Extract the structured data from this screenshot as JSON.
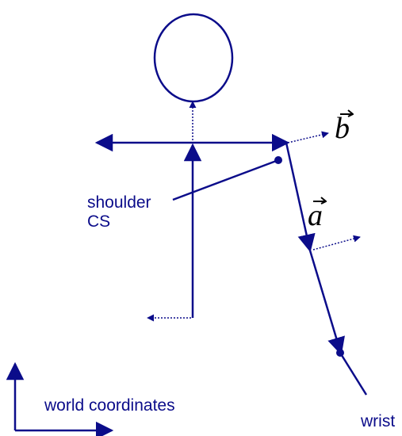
{
  "colors": {
    "ink": "#0b0c8a",
    "vector_text": "#000000",
    "background": "#ffffff"
  },
  "labels": {
    "shoulder_line1": "shoulder",
    "shoulder_line2": "CS",
    "world": "world coordinates",
    "wrist": "wrist",
    "vector_a": "a",
    "vector_b": "b"
  },
  "icons": {
    "head": "ellipse",
    "joint": "dot",
    "arrow": "arrowhead",
    "dotted_arrow": "dotted-arrow"
  }
}
